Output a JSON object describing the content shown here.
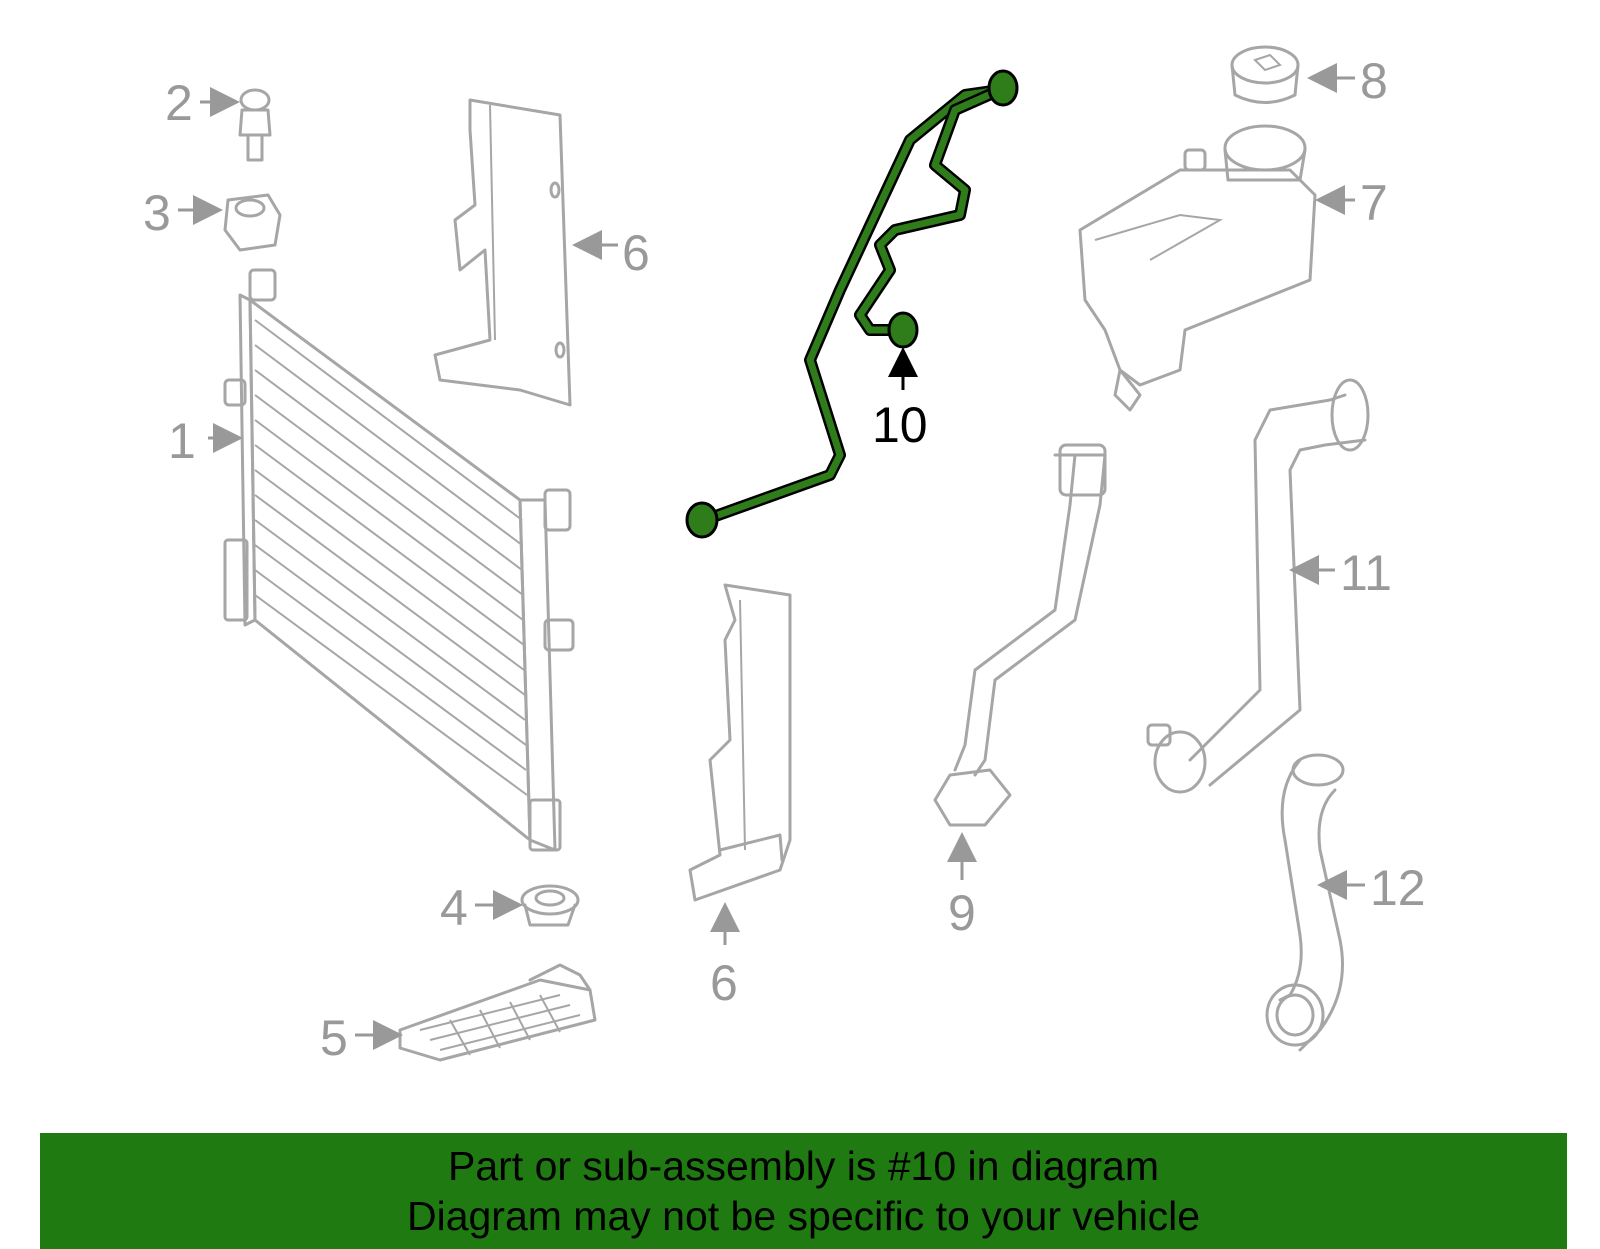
{
  "banner": {
    "line1": "Part or sub-assembly is #10 in diagram",
    "line2": "Diagram may not be specific to your vehicle"
  },
  "callouts": [
    "1",
    "2",
    "3",
    "4",
    "5",
    "6",
    "6",
    "7",
    "8",
    "9",
    "10",
    "11",
    "12"
  ],
  "highlight_part": "10",
  "colors": {
    "highlight": "#2e7d1a",
    "banner": "#1f7a12",
    "part_outline": "#a6a6a6"
  }
}
